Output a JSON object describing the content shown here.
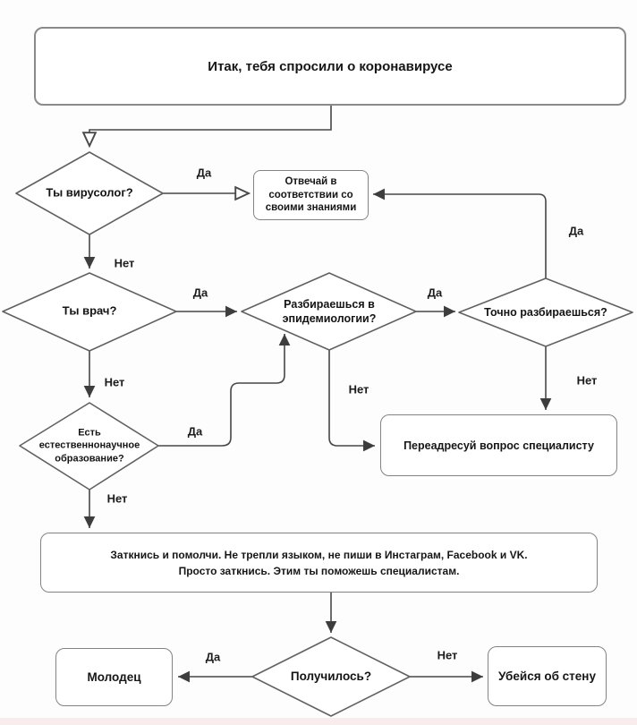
{
  "title": "Итак, тебя спросили о коронавирусе",
  "colors": {
    "background": "#fdfdfd",
    "footer_strip": "#f8ecec",
    "line": "#474747",
    "box_border": "#838383",
    "text": "#141414"
  },
  "nodes": {
    "start": "Итак, тебя спросили о коронавирусе",
    "q_virologist": "Ты вирусолог?",
    "answer": "Отвечай в\nсоответствии со\nсвоими знаниями",
    "q_doctor": "Ты врач?",
    "q_epidemiology": "Разбираешься в\nэпидемиологии?",
    "q_sure": "Точно разбираешься?",
    "q_science": "Есть\nестественнонаучное\nобразование?",
    "redirect": "Переадресуй вопрос специалисту",
    "shutup": "Заткнись и помолчи. Не трепли языком, не пиши в Инстаграм, Facebook и VK.\nПросто заткнись. Этим ты поможешь специалистам.",
    "q_success": "Получилось?",
    "well_done": "Молодец",
    "wall": "Убейся об стену"
  },
  "labels": {
    "virologist_yes": "Да",
    "virologist_no": "Нет",
    "doctor_yes": "Да",
    "doctor_no": "Нет",
    "epidemiology_yes": "Да",
    "epidemiology_no": "Нет",
    "sure_yes": "Да",
    "sure_no": "Нет",
    "science_yes": "Да",
    "science_no": "Нет",
    "success_yes": "Да",
    "success_no": "Нет"
  }
}
